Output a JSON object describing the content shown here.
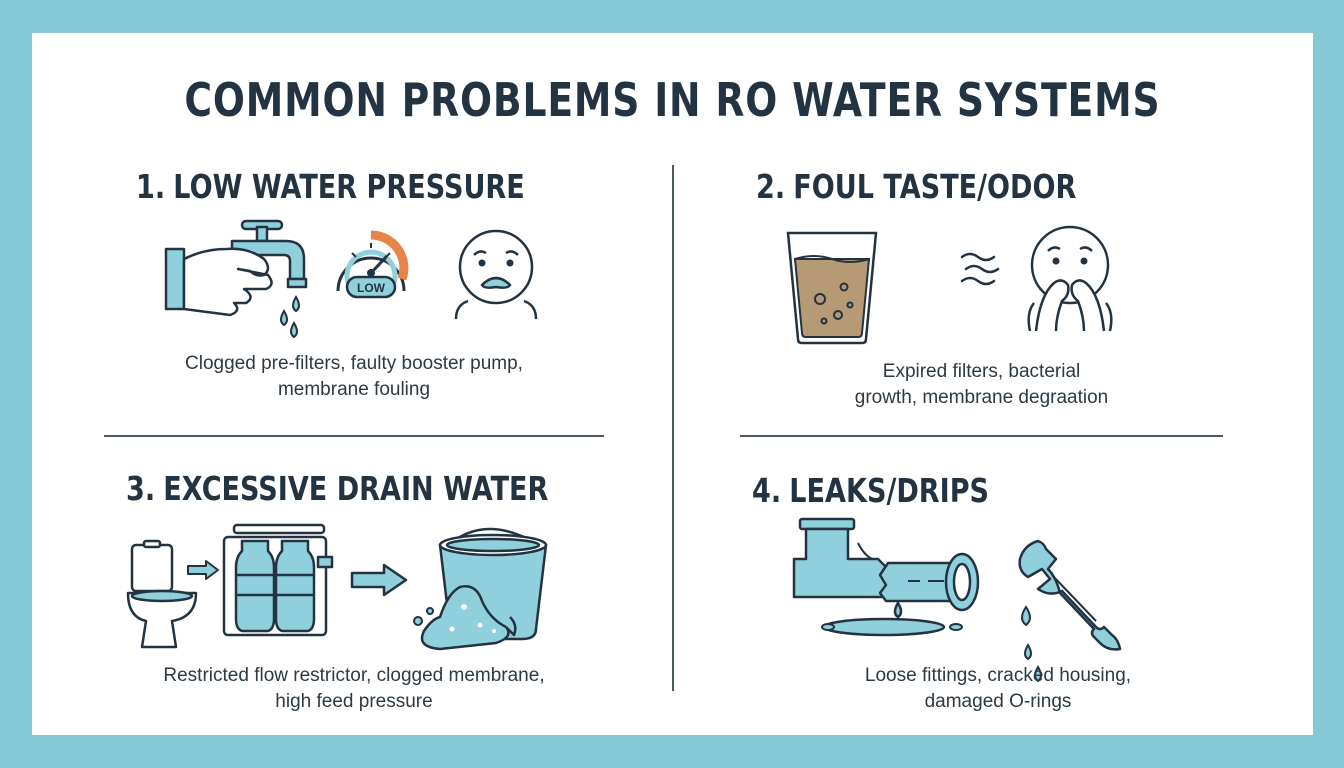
{
  "title": "COMMON PROBLEMS IN RO WATER SYSTEMS",
  "problems": [
    {
      "number": "1.",
      "heading": "LOW WATER PRESSURE",
      "description": [
        "Clogged pre-filters, faulty booster pump,",
        "membrane fouling"
      ],
      "gauge_label": "LOW",
      "icons": [
        "hand-faucet-icon",
        "pressure-gauge-icon",
        "sad-face-icon"
      ]
    },
    {
      "number": "2.",
      "heading": "FOUL TASTE/ODOR",
      "description": [
        "Expired filters, bacterial",
        "growth, membrane degraation"
      ],
      "icons": [
        "murky-water-glass-icon",
        "odor-waves-icon",
        "disgusted-face-icon"
      ]
    },
    {
      "number": "3.",
      "heading": "EXCESSIVE DRAIN WATER",
      "description": [
        "Restricted flow restrictor, clogged membrane,",
        "high feed pressure"
      ],
      "icons": [
        "toilet-icon",
        "arrow-right-icon",
        "ro-filter-unit-icon",
        "arrow-right-icon",
        "overflowing-bucket-icon"
      ]
    },
    {
      "number": "4.",
      "heading": "LEAKS/DRIPS",
      "description": [
        "Loose fittings, cracked housing,",
        "damaged O-rings"
      ],
      "icons": [
        "cracked-pipe-icon",
        "wrench-icon",
        "water-drops-icon"
      ]
    }
  ],
  "colors": {
    "frame": "#85c8d6",
    "accent": "#8fd0dc",
    "ink": "#233341",
    "gauge_orange": "#e8834a",
    "murky_water": "#b69a76"
  }
}
